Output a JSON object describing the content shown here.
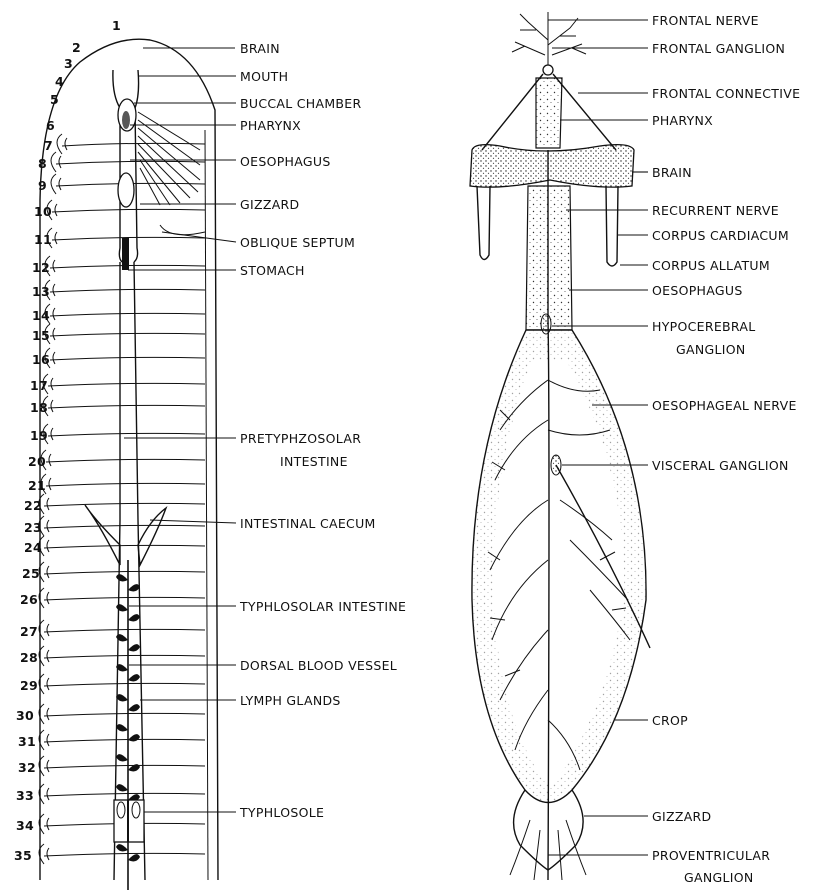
{
  "left_figure": {
    "segment_numbers": [
      "1",
      "2",
      "3",
      "4",
      "5",
      "6",
      "7",
      "8",
      "9",
      "10",
      "11",
      "12",
      "13",
      "14",
      "15",
      "16",
      "17",
      "18",
      "19",
      "20",
      "21",
      "22",
      "23",
      "24",
      "25",
      "26",
      "27",
      "28",
      "29",
      "30",
      "31",
      "32",
      "33",
      "34",
      "35"
    ],
    "labels": {
      "brain": "BRAIN",
      "mouth": "MOUTH",
      "buccal_chamber": "BUCCAL CHAMBER",
      "pharynx": "PHARYNX",
      "oesophagus": "OESOPHAGUS",
      "gizzard": "GIZZARD",
      "oblique_septum": "OBLIQUE SEPTUM",
      "stomach": "STOMACH",
      "pretyphlosolar_1": "PRETYPHZOSOLAR",
      "pretyphlosolar_2": "INTESTINE",
      "intestinal_caecum": "INTESTINAL CAECUM",
      "typhlosolar_intestine": "TYPHLOSOLAR INTESTINE",
      "dorsal_blood_vessel": "DORSAL BLOOD VESSEL",
      "lymph_glands": "LYMPH GLANDS",
      "typhlosole": "TYPHLOSOLE"
    }
  },
  "right_figure": {
    "labels": {
      "frontal_nerve": "FRONTAL NERVE",
      "frontal_ganglion": "FRONTAL GANGLION",
      "frontal_connective": "FRONTAL CONNECTIVE",
      "pharynx": "PHARYNX",
      "brain": "BRAIN",
      "recurrent_nerve": "RECURRENT NERVE",
      "corpus_cardiacum": "CORPUS CARDIACUM",
      "corpus_allatum": "CORPUS ALLATUM",
      "oesophagus": "OESOPHAGUS",
      "hypocerebral_1": "HYPOCEREBRAL",
      "hypocerebral_2": "GANGLION",
      "oesophageal_nerve": "OESOPHAGEAL NERVE",
      "visceral_ganglion": "VISCERAL GANGLION",
      "crop": "CROP",
      "gizzard": "GIZZARD",
      "proventricular_1": "PROVENTRICULAR",
      "proventricular_2": "GANGLION"
    }
  }
}
